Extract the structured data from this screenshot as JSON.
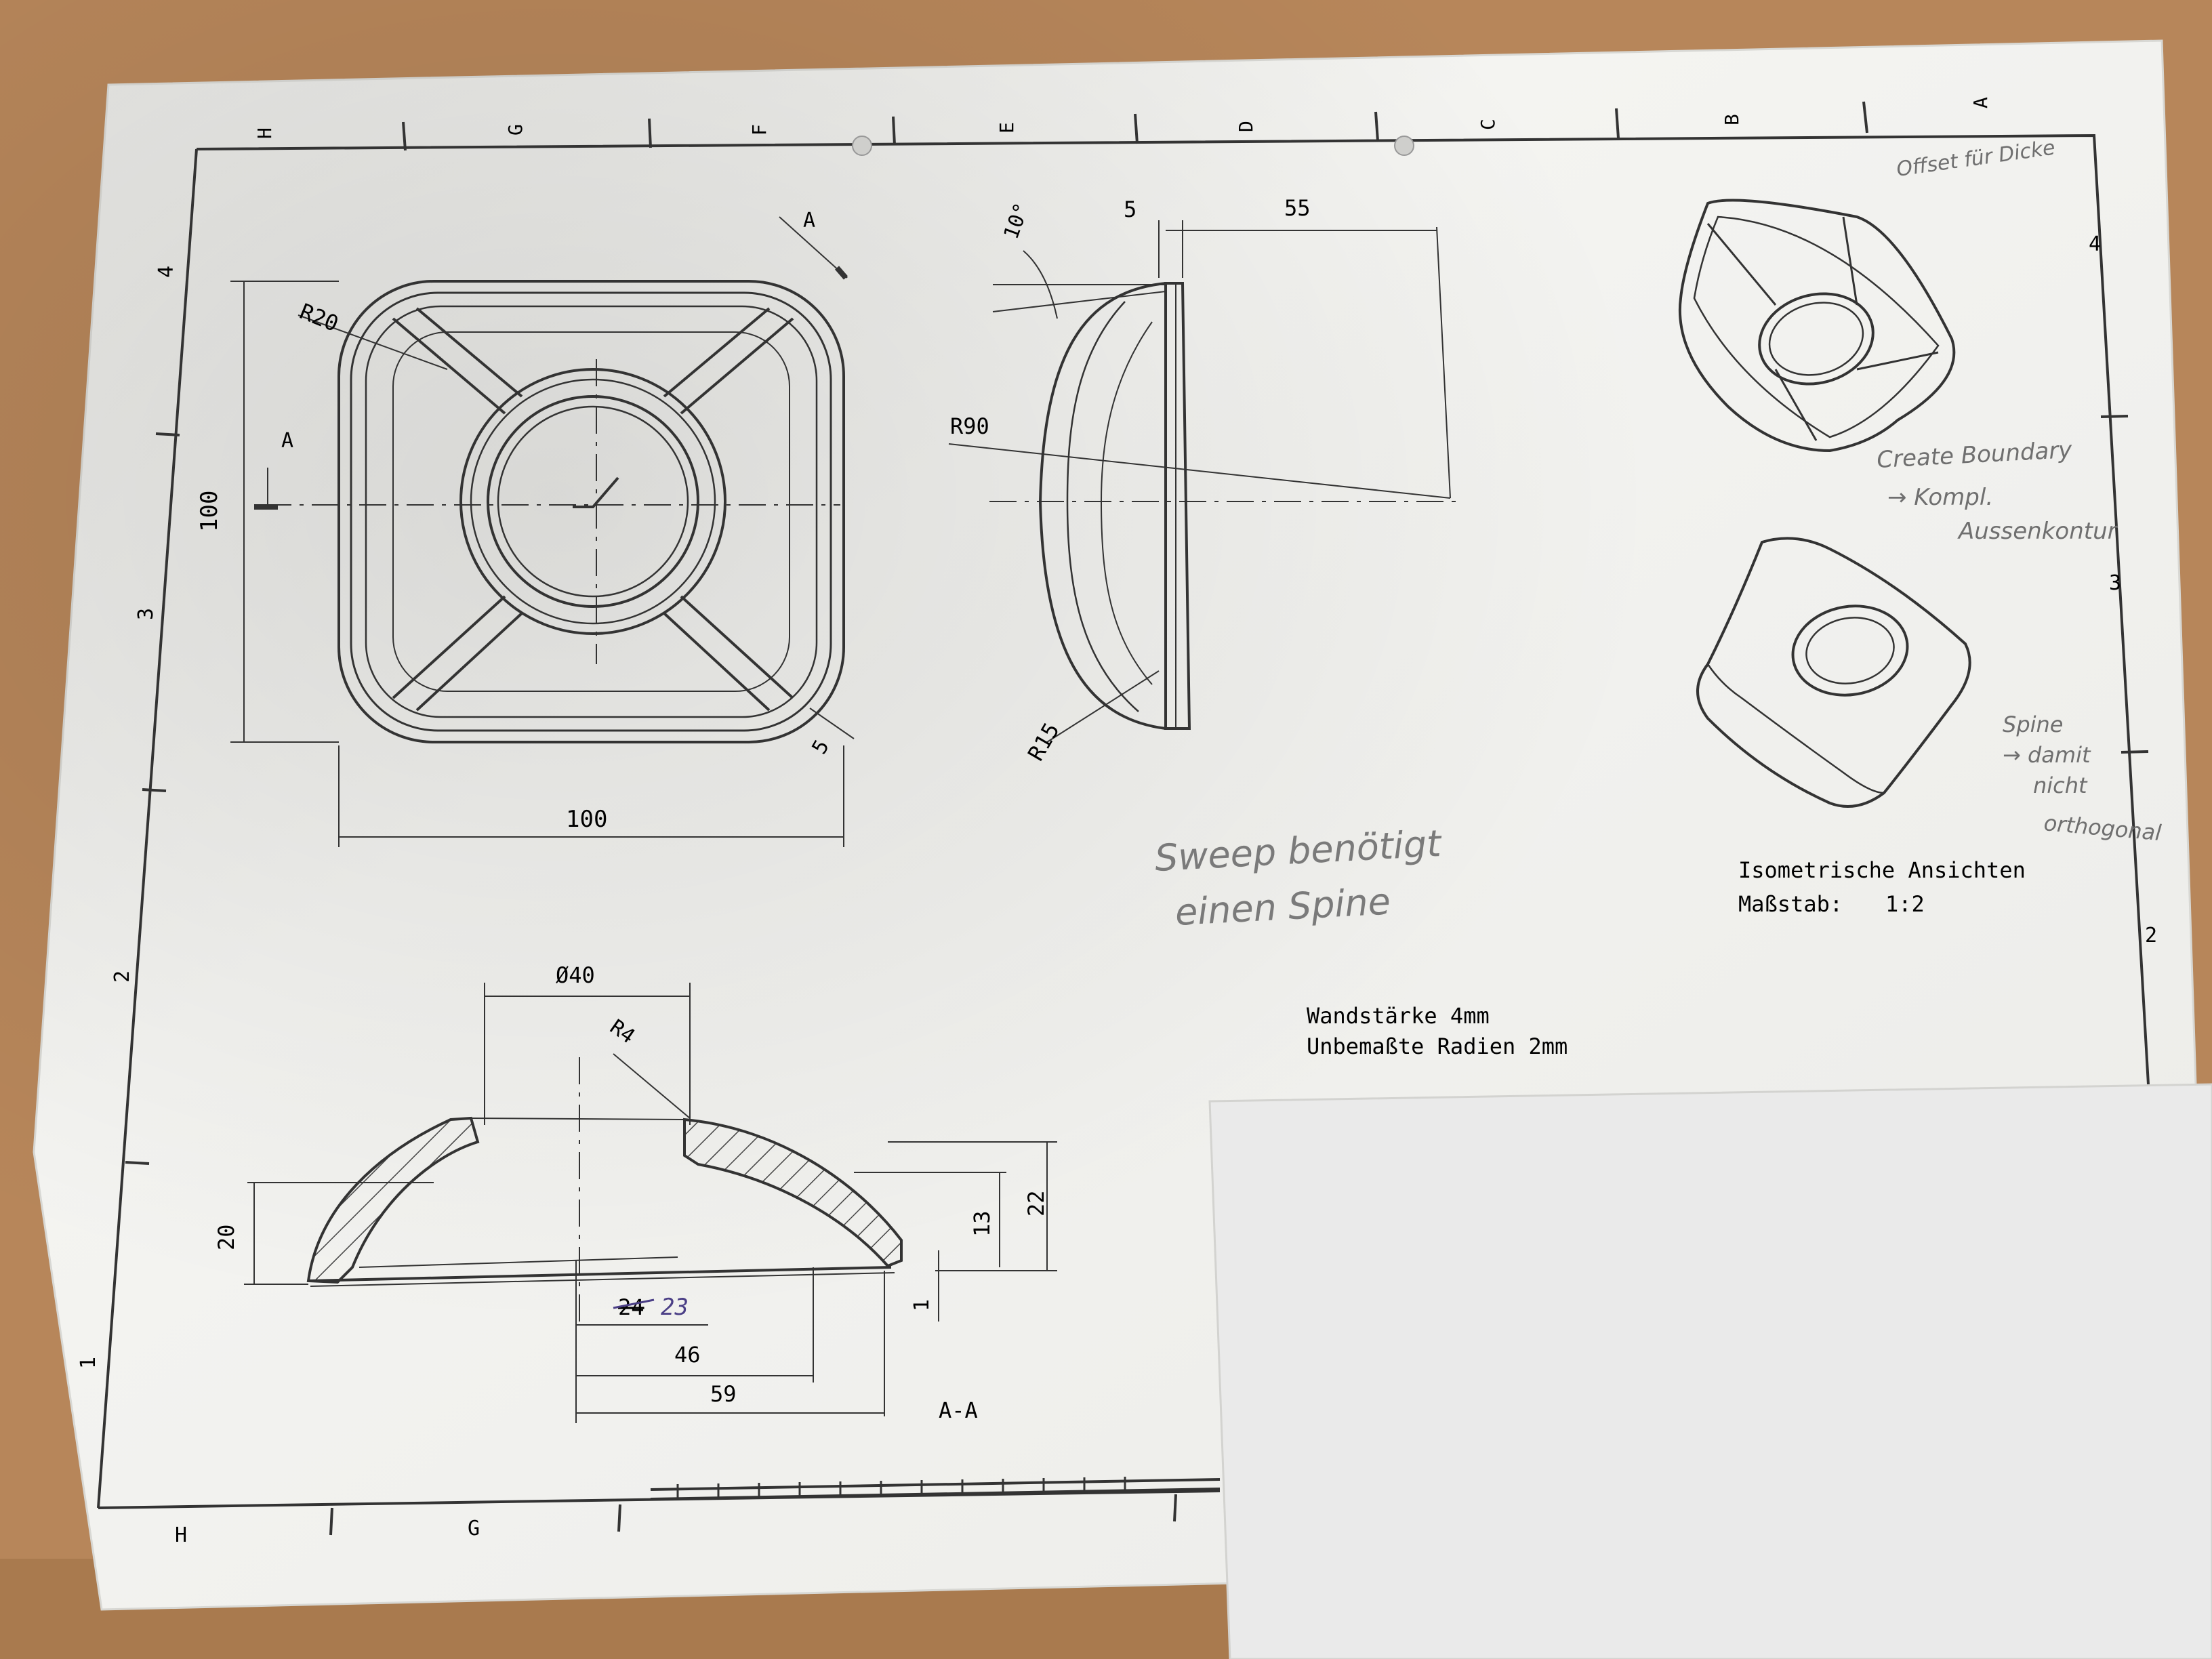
{
  "frame": {
    "top_letters": [
      "H",
      "G",
      "F",
      "E",
      "D",
      "C",
      "B",
      "A"
    ],
    "bottom_letters": [
      "H",
      "G"
    ],
    "left_numbers": [
      "4",
      "3",
      "2",
      "1"
    ],
    "right_numbers": [
      "4",
      "3",
      "2"
    ]
  },
  "top_view": {
    "dim_radius": "R20",
    "dim_width": "100",
    "dim_height": "100",
    "dim_wall": "5",
    "section_label_top": "A",
    "section_label_left": "A"
  },
  "side_view": {
    "dim_angle": "10°",
    "dim_small": "5",
    "dim_length": "55",
    "dim_r90": "R90",
    "dim_r15": "R15"
  },
  "section_view": {
    "dim_diameter": "Ø40",
    "dim_r4": "R4",
    "dim_20": "20",
    "dim_22": "22",
    "dim_13": "13",
    "dim_1": "1",
    "dim_24_struck": "24",
    "dim_23_handwritten": "23",
    "dim_46": "46",
    "dim_59": "59",
    "label": "A-A"
  },
  "notes": {
    "iso_title": "Isometrische Ansichten",
    "scale_label": "Maßstab:",
    "scale_value": "1:2",
    "wall_thickness": "Wandstärke 4mm",
    "radii_note": "Unbemaßte Radien 2mm"
  },
  "handwritten": {
    "sweep_line1": "Sweep benötigt",
    "sweep_line2": "einen Spine",
    "offset_note": "Offset für Dicke",
    "boundary_line1": "Create Boundary",
    "boundary_line2": "→ Kompl.",
    "boundary_line3": "Aussenkontur",
    "spine_line1": "Spine",
    "spine_line2": "→ damit",
    "spine_line3": "nicht",
    "spine_line4": "orthogonal"
  },
  "colors": {
    "table": "#b8875a",
    "paper": "#f2f2ee",
    "ink": "#333333",
    "pencil": "#7f7f7f",
    "blue_pen": "#4b3f86"
  }
}
